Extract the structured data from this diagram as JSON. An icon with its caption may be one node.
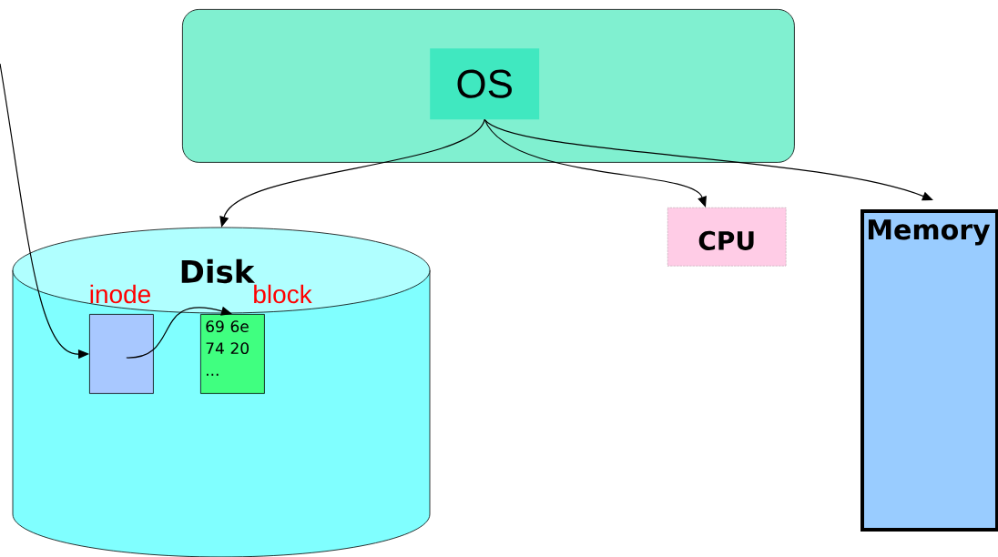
{
  "diagram": {
    "nodes": [
      {
        "text": [],
        "shape": "box"
      },
      {
        "text": [
          "OS"
        ],
        "in": 0
      },
      {
        "text": [
          "Disk"
        ]
      },
      {
        "text": [
          "inode"
        ],
        "in": 2
      },
      {
        "text": [
          "block",
          "69 6e 74 20 ..."
        ],
        "in": 2
      },
      {
        "text": [
          "CPU"
        ]
      },
      {
        "text": [
          "Memory"
        ]
      }
    ],
    "edges": [
      {
        "from": 1,
        "to": 2,
        "arrow": "to"
      },
      {
        "from": 1,
        "to": 5,
        "arrow": "to"
      },
      {
        "from": 1,
        "to": 6,
        "arrow": "to"
      },
      {
        "from": null,
        "to": 3,
        "arrow": "to"
      },
      {
        "from": 3,
        "to": 4,
        "arrow": "to"
      }
    ]
  }
}
